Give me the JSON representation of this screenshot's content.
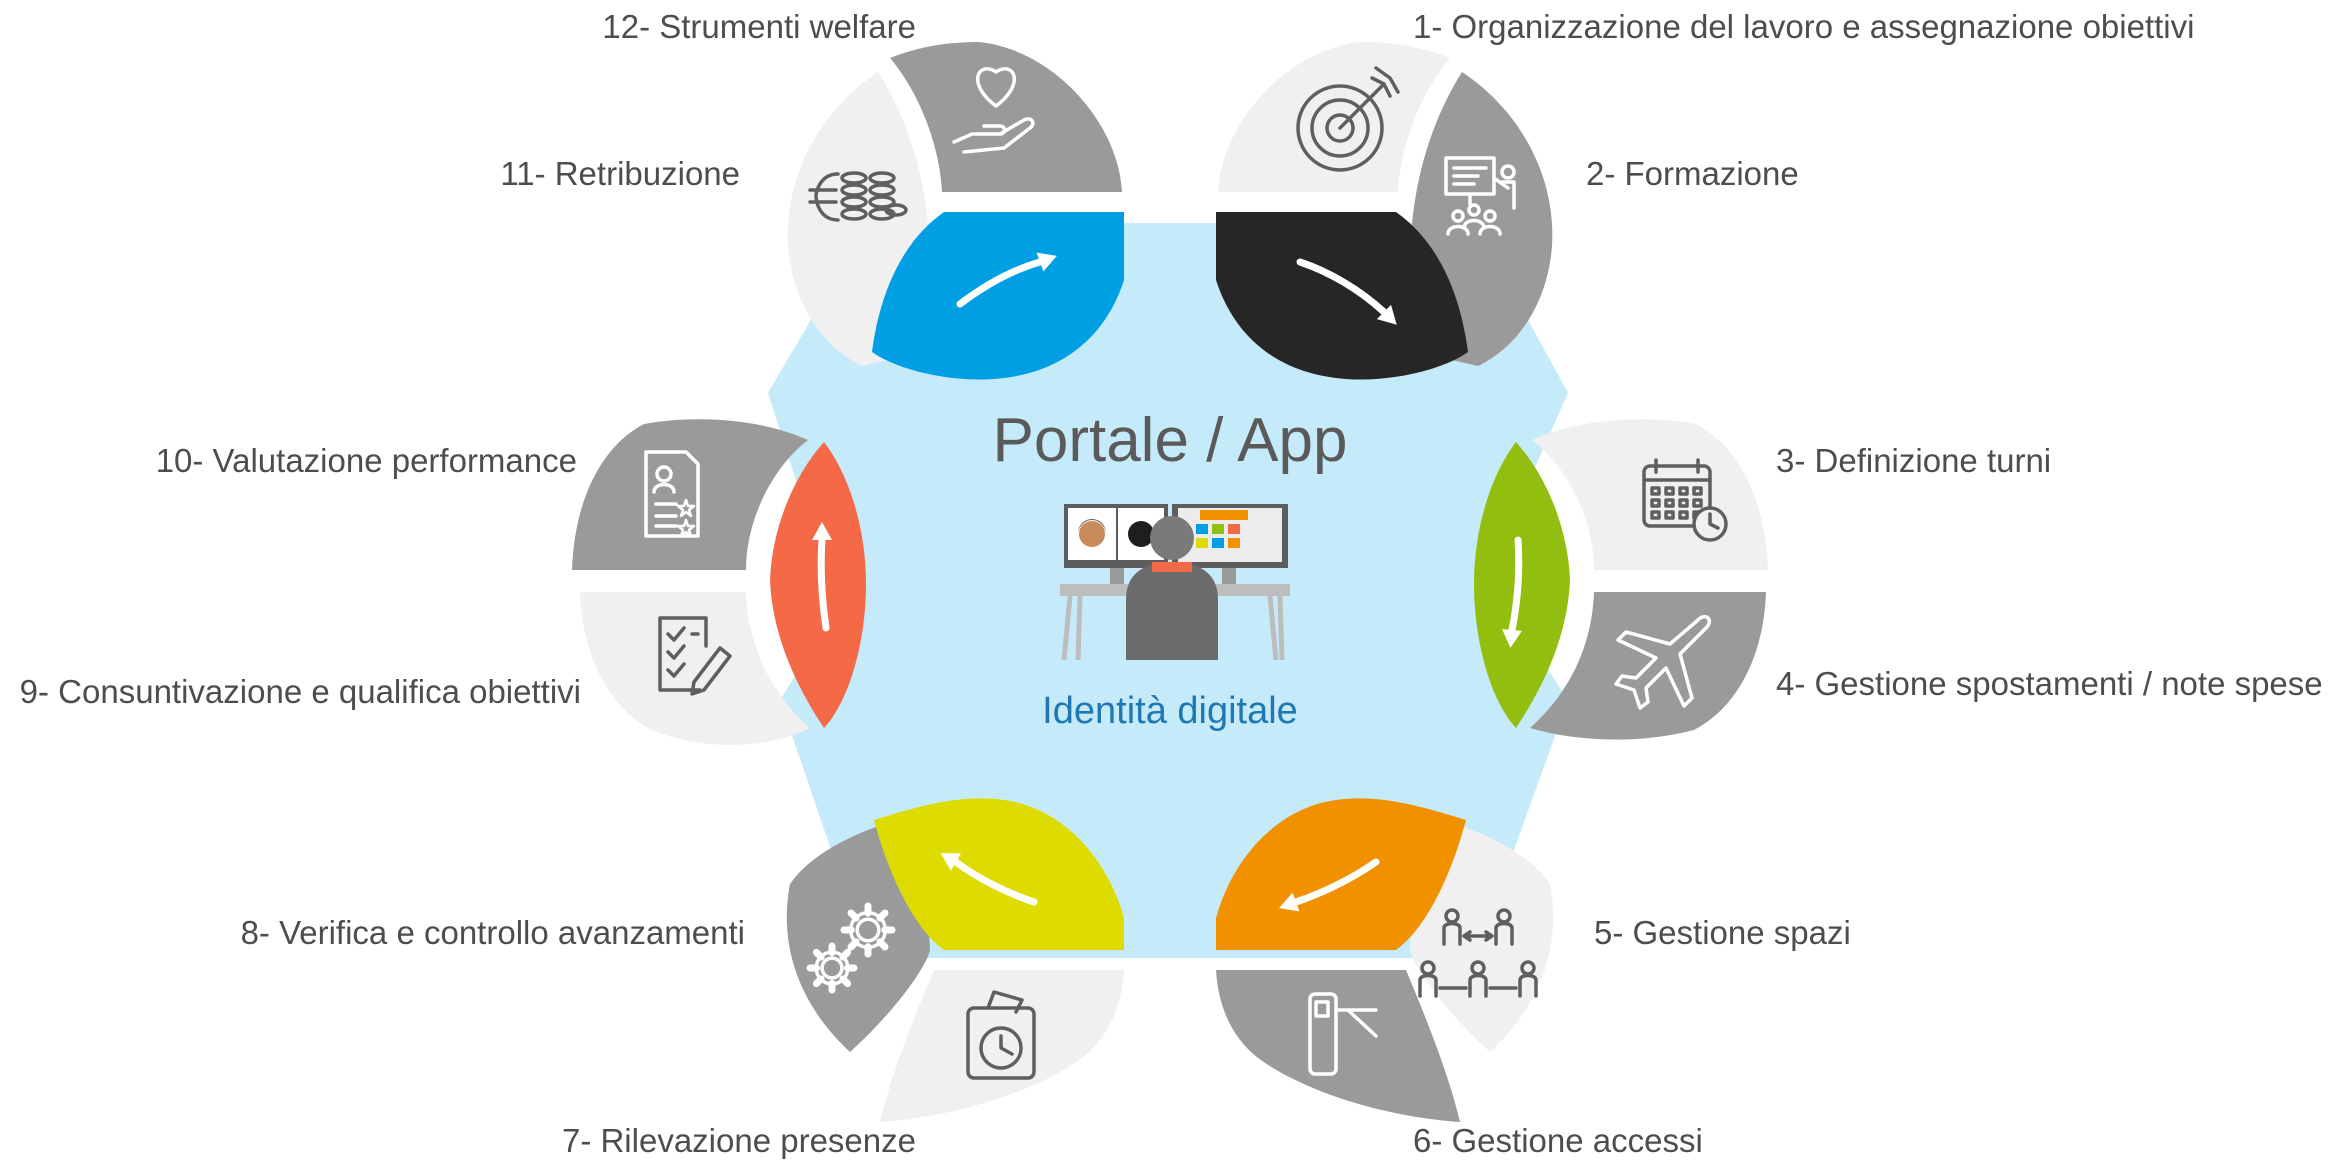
{
  "center": {
    "title": "Portale / App",
    "subtitle": "Identità digitale"
  },
  "colors": {
    "hexagon": "#c5eafa",
    "petal_light": "#f0f0f0",
    "petal_dark": "#9a9a9a",
    "icon_light": "#5f5f5f",
    "icon_dark": "#ffffff",
    "label_text": "#4d4d4d",
    "subtitle_text": "#1f78b4"
  },
  "items": [
    {
      "label": "1- Organizzazione del lavoro e assegnazione obiettivi",
      "icon": "target-icon"
    },
    {
      "label": "2- Formazione",
      "icon": "training-presentation-icon"
    },
    {
      "label": "3- Definizione turni",
      "icon": "calendar-clock-icon"
    },
    {
      "label": "4- Gestione spostamenti / note spese",
      "icon": "airplane-icon"
    },
    {
      "label": "5- Gestione spazi",
      "icon": "people-spacing-icon"
    },
    {
      "label": "6- Gestione accessi",
      "icon": "turnstile-icon"
    },
    {
      "label": "7- Rilevazione presenze",
      "icon": "time-clock-card-icon"
    },
    {
      "label": "8- Verifica e controllo avanzamenti",
      "icon": "gears-icon"
    },
    {
      "label": "9- Consuntivazione e qualifica obiettivi",
      "icon": "checklist-pencil-icon"
    },
    {
      "label": "10- Valutazione performance",
      "icon": "performance-document-icon"
    },
    {
      "label": "11- Retribuzione",
      "icon": "euro-coins-icon"
    },
    {
      "label": "12- Strumenti welfare",
      "icon": "heart-hand-icon"
    }
  ],
  "connectors": [
    {
      "color": "#262626"
    },
    {
      "color": "#92be0f"
    },
    {
      "color": "#f29100"
    },
    {
      "color": "#dedb00"
    },
    {
      "color": "#f46a47"
    },
    {
      "color": "#009fe3"
    }
  ]
}
